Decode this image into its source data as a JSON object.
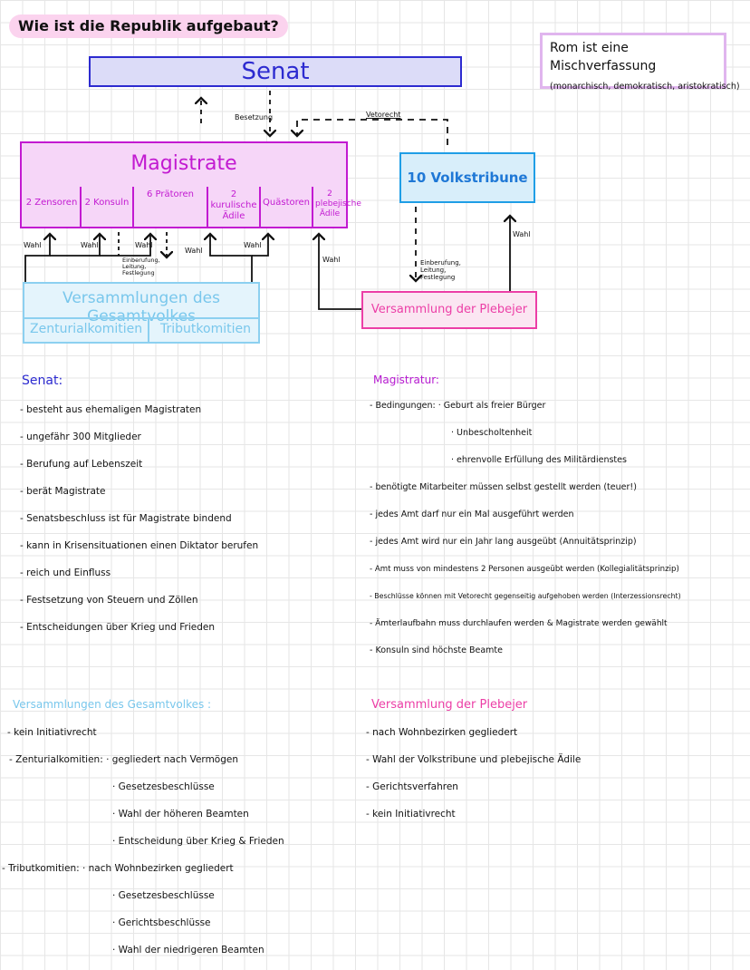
{
  "title": "Wie ist die Republik aufgebaut?",
  "note": {
    "title": "Rom ist eine Mischverfassung",
    "subtitle": "(monarchisch, demokratisch, aristokratisch)"
  },
  "diagram": {
    "senat": "Senat",
    "magistrate": {
      "title": "Magistrate",
      "cells": [
        "2 Zensoren",
        "2 Konsuln",
        "6 Prätoren",
        "2 kurulische Ädile",
        "Quästoren",
        "2 plebejische Ädile"
      ]
    },
    "volkstribune": "10 Volkstribune",
    "gesamtvolk": {
      "title": "Versammlungen des Gesamtvolkes",
      "left": "Zenturialkomitien",
      "right": "Tributkomitien"
    },
    "plebejer": "Versammlung der Plebejer",
    "labels": {
      "besetzung": "Besetzung",
      "vetorecht": "Vetorecht",
      "wahl": "Wahl",
      "einberufung": [
        "Einberufung,",
        "Leitung,",
        "Festlegung"
      ]
    }
  },
  "colors": {
    "senat": "#2d2bd0",
    "magistrate": "#c21ad1",
    "tribune": "#1f9ee6",
    "gesamtvolk": "#79c7ec",
    "plebejer": "#ec3ea6"
  },
  "sections": {
    "senat": {
      "title": "Senat:",
      "items": [
        "- besteht aus ehemaligen Magistraten",
        "- ungefähr 300 Mitglieder",
        "- Berufung auf Lebenszeit",
        "- berät Magistrate",
        "- Senatsbeschluss ist für Magistrate bindend",
        "- kann in Krisensituationen einen Diktator berufen",
        "- reich und Einfluss",
        "- Festsetzung von Steuern und Zöllen",
        "- Entscheidungen über Krieg und Frieden"
      ]
    },
    "magistratur": {
      "title": "Magistratur:",
      "items": [
        "- Bedingungen: · Geburt als freier Bürger",
        "· Unbescholtenheit",
        "· ehrenvolle Erfüllung des Militärdienstes",
        "- benötigte Mitarbeiter müssen selbst gestellt werden (teuer!)",
        "- jedes Amt darf nur ein Mal ausgeführt werden",
        "- jedes Amt wird nur ein Jahr lang ausgeübt (Annuitätsprinzip)",
        "- Amt muss von mindestens 2 Personen ausgeübt werden (Kollegialitätsprinzip)",
        "- Beschlüsse können mit Vetorecht gegenseitig aufgehoben werden (Interzessionsrecht)",
        "- Ämterlaufbahn muss durchlaufen werden & Magistrate werden gewählt",
        "- Konsuln sind höchste Beamte"
      ]
    },
    "gesamtvolk": {
      "title": "Versammlungen des Gesamtvolkes :",
      "items": [
        "- kein Initiativrecht",
        "- Zenturialkomitien: · gegliedert nach Vermögen",
        "· Gesetzesbeschlüsse",
        "· Wahl der höheren Beamten",
        "· Entscheidung über Krieg & Frieden",
        "- Tributkomitien: · nach Wohnbezirken gegliedert",
        "· Gesetzesbeschlüsse",
        "· Gerichtsbeschlüsse",
        "· Wahl der niedrigeren Beamten"
      ]
    },
    "plebejer": {
      "title": "Versammlung der Plebejer",
      "items": [
        "- nach Wohnbezirken gegliedert",
        "- Wahl der Volkstribune und plebejische Ädile",
        "- Gerichtsverfahren",
        "- kein Initiativrecht"
      ]
    }
  }
}
